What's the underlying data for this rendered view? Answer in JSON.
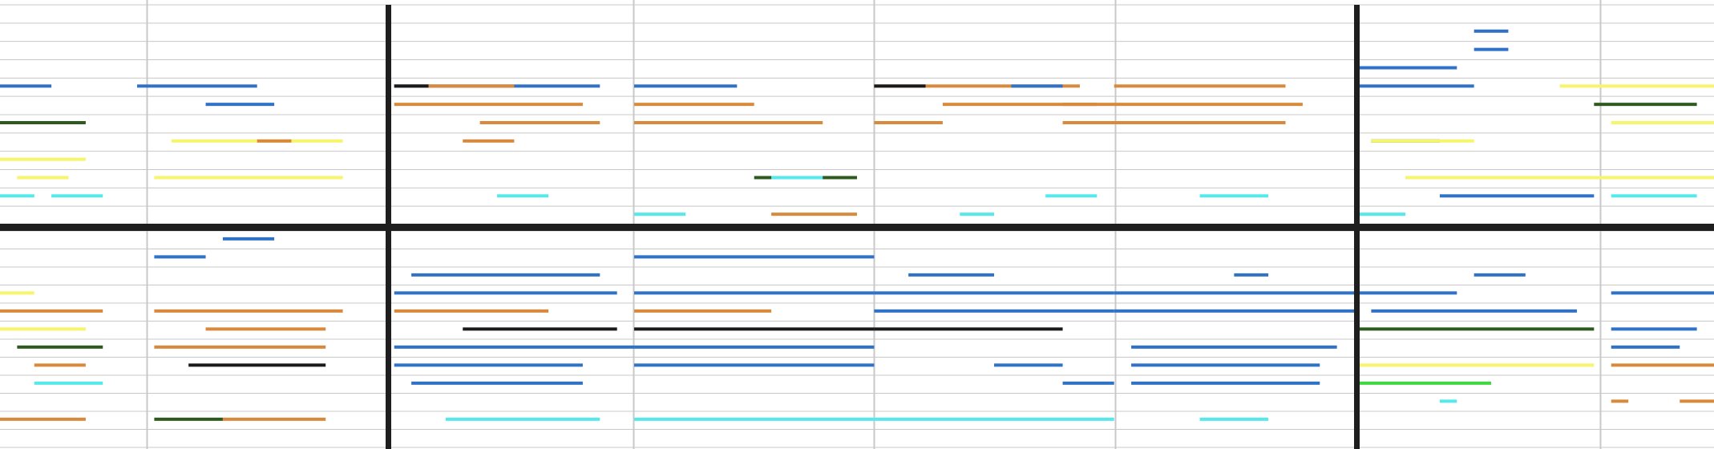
{
  "view": {
    "description_visible_text": "",
    "colors": {
      "background": "#ffffff",
      "gridline": "#c8c8c8",
      "bar_line": "#1e1e1e",
      "divider": "#1e1e1e",
      "note_blue": "#2f72c8",
      "note_orange": "#d9893b",
      "note_yellow": "#f7f56c",
      "note_cyan": "#55e9ec",
      "note_green": "#2e5a1e",
      "note_black": "#1a1a1a",
      "note_magenta": "#c83acb",
      "note_bright_green": "#40d840"
    },
    "tracks": [
      {
        "name": "",
        "notes": [
          {
            "color": "note_blue",
            "t0": 0.0,
            "t1": 0.03,
            "row": 4
          },
          {
            "color": "note_green",
            "t0": 0.0,
            "t1": 0.05,
            "row": 6
          },
          {
            "color": "note_yellow",
            "t0": 0.0,
            "t1": 0.05,
            "row": 8
          },
          {
            "color": "note_cyan",
            "t0": 0.0,
            "t1": 0.02,
            "row": 10
          },
          {
            "color": "note_yellow",
            "t0": 0.01,
            "t1": 0.04,
            "row": 9
          },
          {
            "color": "note_cyan",
            "t0": 0.03,
            "t1": 0.06,
            "row": 10
          },
          {
            "color": "note_blue",
            "t0": 0.08,
            "t1": 0.15,
            "row": 4
          },
          {
            "color": "note_blue",
            "t0": 0.12,
            "t1": 0.16,
            "row": 5
          },
          {
            "color": "note_yellow",
            "t0": 0.1,
            "t1": 0.2,
            "row": 7
          },
          {
            "color": "note_orange",
            "t0": 0.15,
            "t1": 0.17,
            "row": 7
          },
          {
            "color": "note_yellow",
            "t0": 0.09,
            "t1": 0.2,
            "row": 9
          },
          {
            "color": "note_blue",
            "t0": 0.23,
            "t1": 0.35,
            "row": 4
          },
          {
            "color": "note_orange",
            "t0": 0.24,
            "t1": 0.3,
            "row": 4
          },
          {
            "color": "note_black",
            "t0": 0.23,
            "t1": 0.25,
            "row": 4
          },
          {
            "color": "note_orange",
            "t0": 0.23,
            "t1": 0.34,
            "row": 5
          },
          {
            "color": "note_orange",
            "t0": 0.27,
            "t1": 0.3,
            "row": 7
          },
          {
            "color": "note_orange",
            "t0": 0.28,
            "t1": 0.35,
            "row": 6
          },
          {
            "color": "note_cyan",
            "t0": 0.29,
            "t1": 0.32,
            "row": 10
          },
          {
            "color": "note_orange",
            "t0": 0.37,
            "t1": 0.44,
            "row": 5
          },
          {
            "color": "note_orange",
            "t0": 0.37,
            "t1": 0.48,
            "row": 6
          },
          {
            "color": "note_blue",
            "t0": 0.37,
            "t1": 0.43,
            "row": 4
          },
          {
            "color": "note_cyan",
            "t0": 0.37,
            "t1": 0.4,
            "row": 11
          },
          {
            "color": "note_green",
            "t0": 0.44,
            "t1": 0.5,
            "row": 9
          },
          {
            "color": "note_cyan",
            "t0": 0.45,
            "t1": 0.48,
            "row": 9
          },
          {
            "color": "note_orange",
            "t0": 0.45,
            "t1": 0.5,
            "row": 11
          },
          {
            "color": "note_orange",
            "t0": 0.51,
            "t1": 0.63,
            "row": 4
          },
          {
            "color": "note_black",
            "t0": 0.51,
            "t1": 0.54,
            "row": 4
          },
          {
            "color": "note_orange",
            "t0": 0.51,
            "t1": 0.55,
            "row": 6
          },
          {
            "color": "note_orange",
            "t0": 0.55,
            "t1": 0.64,
            "row": 5
          },
          {
            "color": "note_cyan",
            "t0": 0.56,
            "t1": 0.58,
            "row": 11
          },
          {
            "color": "note_orange",
            "t0": 0.62,
            "t1": 0.76,
            "row": 5
          },
          {
            "color": "note_orange",
            "t0": 0.62,
            "t1": 0.7,
            "row": 6
          },
          {
            "color": "note_blue",
            "t0": 0.59,
            "t1": 0.62,
            "row": 4
          },
          {
            "color": "note_cyan",
            "t0": 0.61,
            "t1": 0.64,
            "row": 10
          },
          {
            "color": "note_orange",
            "t0": 0.65,
            "t1": 0.75,
            "row": 4
          },
          {
            "color": "note_orange",
            "t0": 0.69,
            "t1": 0.75,
            "row": 6
          },
          {
            "color": "note_cyan",
            "t0": 0.7,
            "t1": 0.74,
            "row": 10
          },
          {
            "color": "note_blue",
            "t0": 0.79,
            "t1": 0.85,
            "row": 3
          },
          {
            "color": "note_blue",
            "t0": 0.79,
            "t1": 0.86,
            "row": 4
          },
          {
            "color": "note_green",
            "t0": 0.8,
            "t1": 0.84,
            "row": 7
          },
          {
            "color": "note_yellow",
            "t0": 0.8,
            "t1": 0.86,
            "row": 7
          },
          {
            "color": "note_yellow",
            "t0": 0.82,
            "t1": 0.93,
            "row": 9
          },
          {
            "color": "note_blue",
            "t0": 0.84,
            "t1": 0.93,
            "row": 10
          },
          {
            "color": "note_cyan",
            "t0": 0.79,
            "t1": 0.82,
            "row": 11
          },
          {
            "color": "note_blue",
            "t0": 0.86,
            "t1": 0.88,
            "row": 1
          },
          {
            "color": "note_blue",
            "t0": 0.86,
            "t1": 0.88,
            "row": 2
          },
          {
            "color": "note_yellow",
            "t0": 0.91,
            "t1": 1.0,
            "row": 4
          },
          {
            "color": "note_green",
            "t0": 0.93,
            "t1": 0.99,
            "row": 5
          },
          {
            "color": "note_yellow",
            "t0": 0.94,
            "t1": 1.0,
            "row": 6
          },
          {
            "color": "note_yellow",
            "t0": 0.93,
            "t1": 1.0,
            "row": 9
          },
          {
            "color": "note_cyan",
            "t0": 0.94,
            "t1": 0.99,
            "row": 10
          }
        ]
      },
      {
        "name": "",
        "notes": [
          {
            "color": "note_yellow",
            "t0": 0.0,
            "t1": 0.02,
            "row": 3
          },
          {
            "color": "note_orange",
            "t0": 0.0,
            "t1": 0.06,
            "row": 4
          },
          {
            "color": "note_yellow",
            "t0": 0.0,
            "t1": 0.05,
            "row": 5
          },
          {
            "color": "note_green",
            "t0": 0.01,
            "t1": 0.06,
            "row": 6
          },
          {
            "color": "note_orange",
            "t0": 0.02,
            "t1": 0.05,
            "row": 7
          },
          {
            "color": "note_cyan",
            "t0": 0.02,
            "t1": 0.06,
            "row": 8
          },
          {
            "color": "note_orange",
            "t0": 0.0,
            "t1": 0.05,
            "row": 10
          },
          {
            "color": "note_blue",
            "t0": 0.09,
            "t1": 0.12,
            "row": 1
          },
          {
            "color": "note_orange",
            "t0": 0.09,
            "t1": 0.2,
            "row": 4
          },
          {
            "color": "note_orange",
            "t0": 0.09,
            "t1": 0.19,
            "row": 6
          },
          {
            "color": "note_black",
            "t0": 0.11,
            "t1": 0.19,
            "row": 7
          },
          {
            "color": "note_green",
            "t0": 0.09,
            "t1": 0.13,
            "row": 10
          },
          {
            "color": "note_orange",
            "t0": 0.13,
            "t1": 0.19,
            "row": 10
          },
          {
            "color": "note_orange",
            "t0": 0.12,
            "t1": 0.19,
            "row": 5
          },
          {
            "color": "note_blue",
            "t0": 0.13,
            "t1": 0.16,
            "row": 0
          },
          {
            "color": "note_blue",
            "t0": 0.24,
            "t1": 0.35,
            "row": 2
          },
          {
            "color": "note_blue",
            "t0": 0.23,
            "t1": 0.36,
            "row": 3
          },
          {
            "color": "note_orange",
            "t0": 0.23,
            "t1": 0.32,
            "row": 4
          },
          {
            "color": "note_black",
            "t0": 0.27,
            "t1": 0.36,
            "row": 5
          },
          {
            "color": "note_blue",
            "t0": 0.23,
            "t1": 0.37,
            "row": 6
          },
          {
            "color": "note_blue",
            "t0": 0.23,
            "t1": 0.34,
            "row": 7
          },
          {
            "color": "note_blue",
            "t0": 0.24,
            "t1": 0.34,
            "row": 8
          },
          {
            "color": "note_cyan",
            "t0": 0.26,
            "t1": 0.35,
            "row": 10
          },
          {
            "color": "note_blue",
            "t0": 0.37,
            "t1": 0.51,
            "row": 1
          },
          {
            "color": "note_blue",
            "t0": 0.37,
            "t1": 0.51,
            "row": 3
          },
          {
            "color": "note_orange",
            "t0": 0.37,
            "t1": 0.45,
            "row": 4
          },
          {
            "color": "note_black",
            "t0": 0.37,
            "t1": 0.51,
            "row": 5
          },
          {
            "color": "note_blue",
            "t0": 0.37,
            "t1": 0.51,
            "row": 6
          },
          {
            "color": "note_blue",
            "t0": 0.37,
            "t1": 0.51,
            "row": 7
          },
          {
            "color": "note_cyan",
            "t0": 0.37,
            "t1": 0.51,
            "row": 10
          },
          {
            "color": "note_blue",
            "t0": 0.53,
            "t1": 0.58,
            "row": 2
          },
          {
            "color": "note_blue",
            "t0": 0.51,
            "t1": 0.65,
            "row": 3
          },
          {
            "color": "note_black",
            "t0": 0.51,
            "t1": 0.62,
            "row": 5
          },
          {
            "color": "note_blue",
            "t0": 0.51,
            "t1": 0.65,
            "row": 4
          },
          {
            "color": "note_blue",
            "t0": 0.58,
            "t1": 0.62,
            "row": 7
          },
          {
            "color": "note_blue",
            "t0": 0.62,
            "t1": 0.65,
            "row": 8
          },
          {
            "color": "note_cyan",
            "t0": 0.51,
            "t1": 0.65,
            "row": 10
          },
          {
            "color": "note_blue",
            "t0": 0.65,
            "t1": 0.79,
            "row": 3
          },
          {
            "color": "note_blue",
            "t0": 0.65,
            "t1": 0.79,
            "row": 4
          },
          {
            "color": "note_blue",
            "t0": 0.66,
            "t1": 0.78,
            "row": 6
          },
          {
            "color": "note_blue",
            "t0": 0.66,
            "t1": 0.77,
            "row": 7
          },
          {
            "color": "note_blue",
            "t0": 0.66,
            "t1": 0.77,
            "row": 8
          },
          {
            "color": "note_blue",
            "t0": 0.72,
            "t1": 0.74,
            "row": 2
          },
          {
            "color": "note_cyan",
            "t0": 0.7,
            "t1": 0.74,
            "row": 10
          },
          {
            "color": "note_blue",
            "t0": 0.79,
            "t1": 0.85,
            "row": 3
          },
          {
            "color": "note_green",
            "t0": 0.79,
            "t1": 0.93,
            "row": 5
          },
          {
            "color": "note_blue",
            "t0": 0.8,
            "t1": 0.92,
            "row": 4
          },
          {
            "color": "note_yellow",
            "t0": 0.79,
            "t1": 0.93,
            "row": 7
          },
          {
            "color": "note_bright_green",
            "t0": 0.79,
            "t1": 0.87,
            "row": 8
          },
          {
            "color": "note_cyan",
            "t0": 0.84,
            "t1": 0.85,
            "row": 9
          },
          {
            "color": "note_blue",
            "t0": 0.86,
            "t1": 0.89,
            "row": 2
          },
          {
            "color": "note_blue",
            "t0": 0.94,
            "t1": 1.0,
            "row": 3
          },
          {
            "color": "note_blue",
            "t0": 0.94,
            "t1": 0.99,
            "row": 5
          },
          {
            "color": "note_blue",
            "t0": 0.94,
            "t1": 0.98,
            "row": 6
          },
          {
            "color": "note_orange",
            "t0": 0.94,
            "t1": 1.0,
            "row": 7
          },
          {
            "color": "note_orange",
            "t0": 0.94,
            "t1": 0.95,
            "row": 9
          },
          {
            "color": "note_orange",
            "t0": 0.98,
            "t1": 1.0,
            "row": 9
          }
        ]
      }
    ],
    "bar_lines": [
      0.0,
      0.2266,
      0.7915
    ],
    "gridlines": [
      0.0855,
      0.3693,
      0.5096,
      0.6506,
      0.9337
    ]
  }
}
